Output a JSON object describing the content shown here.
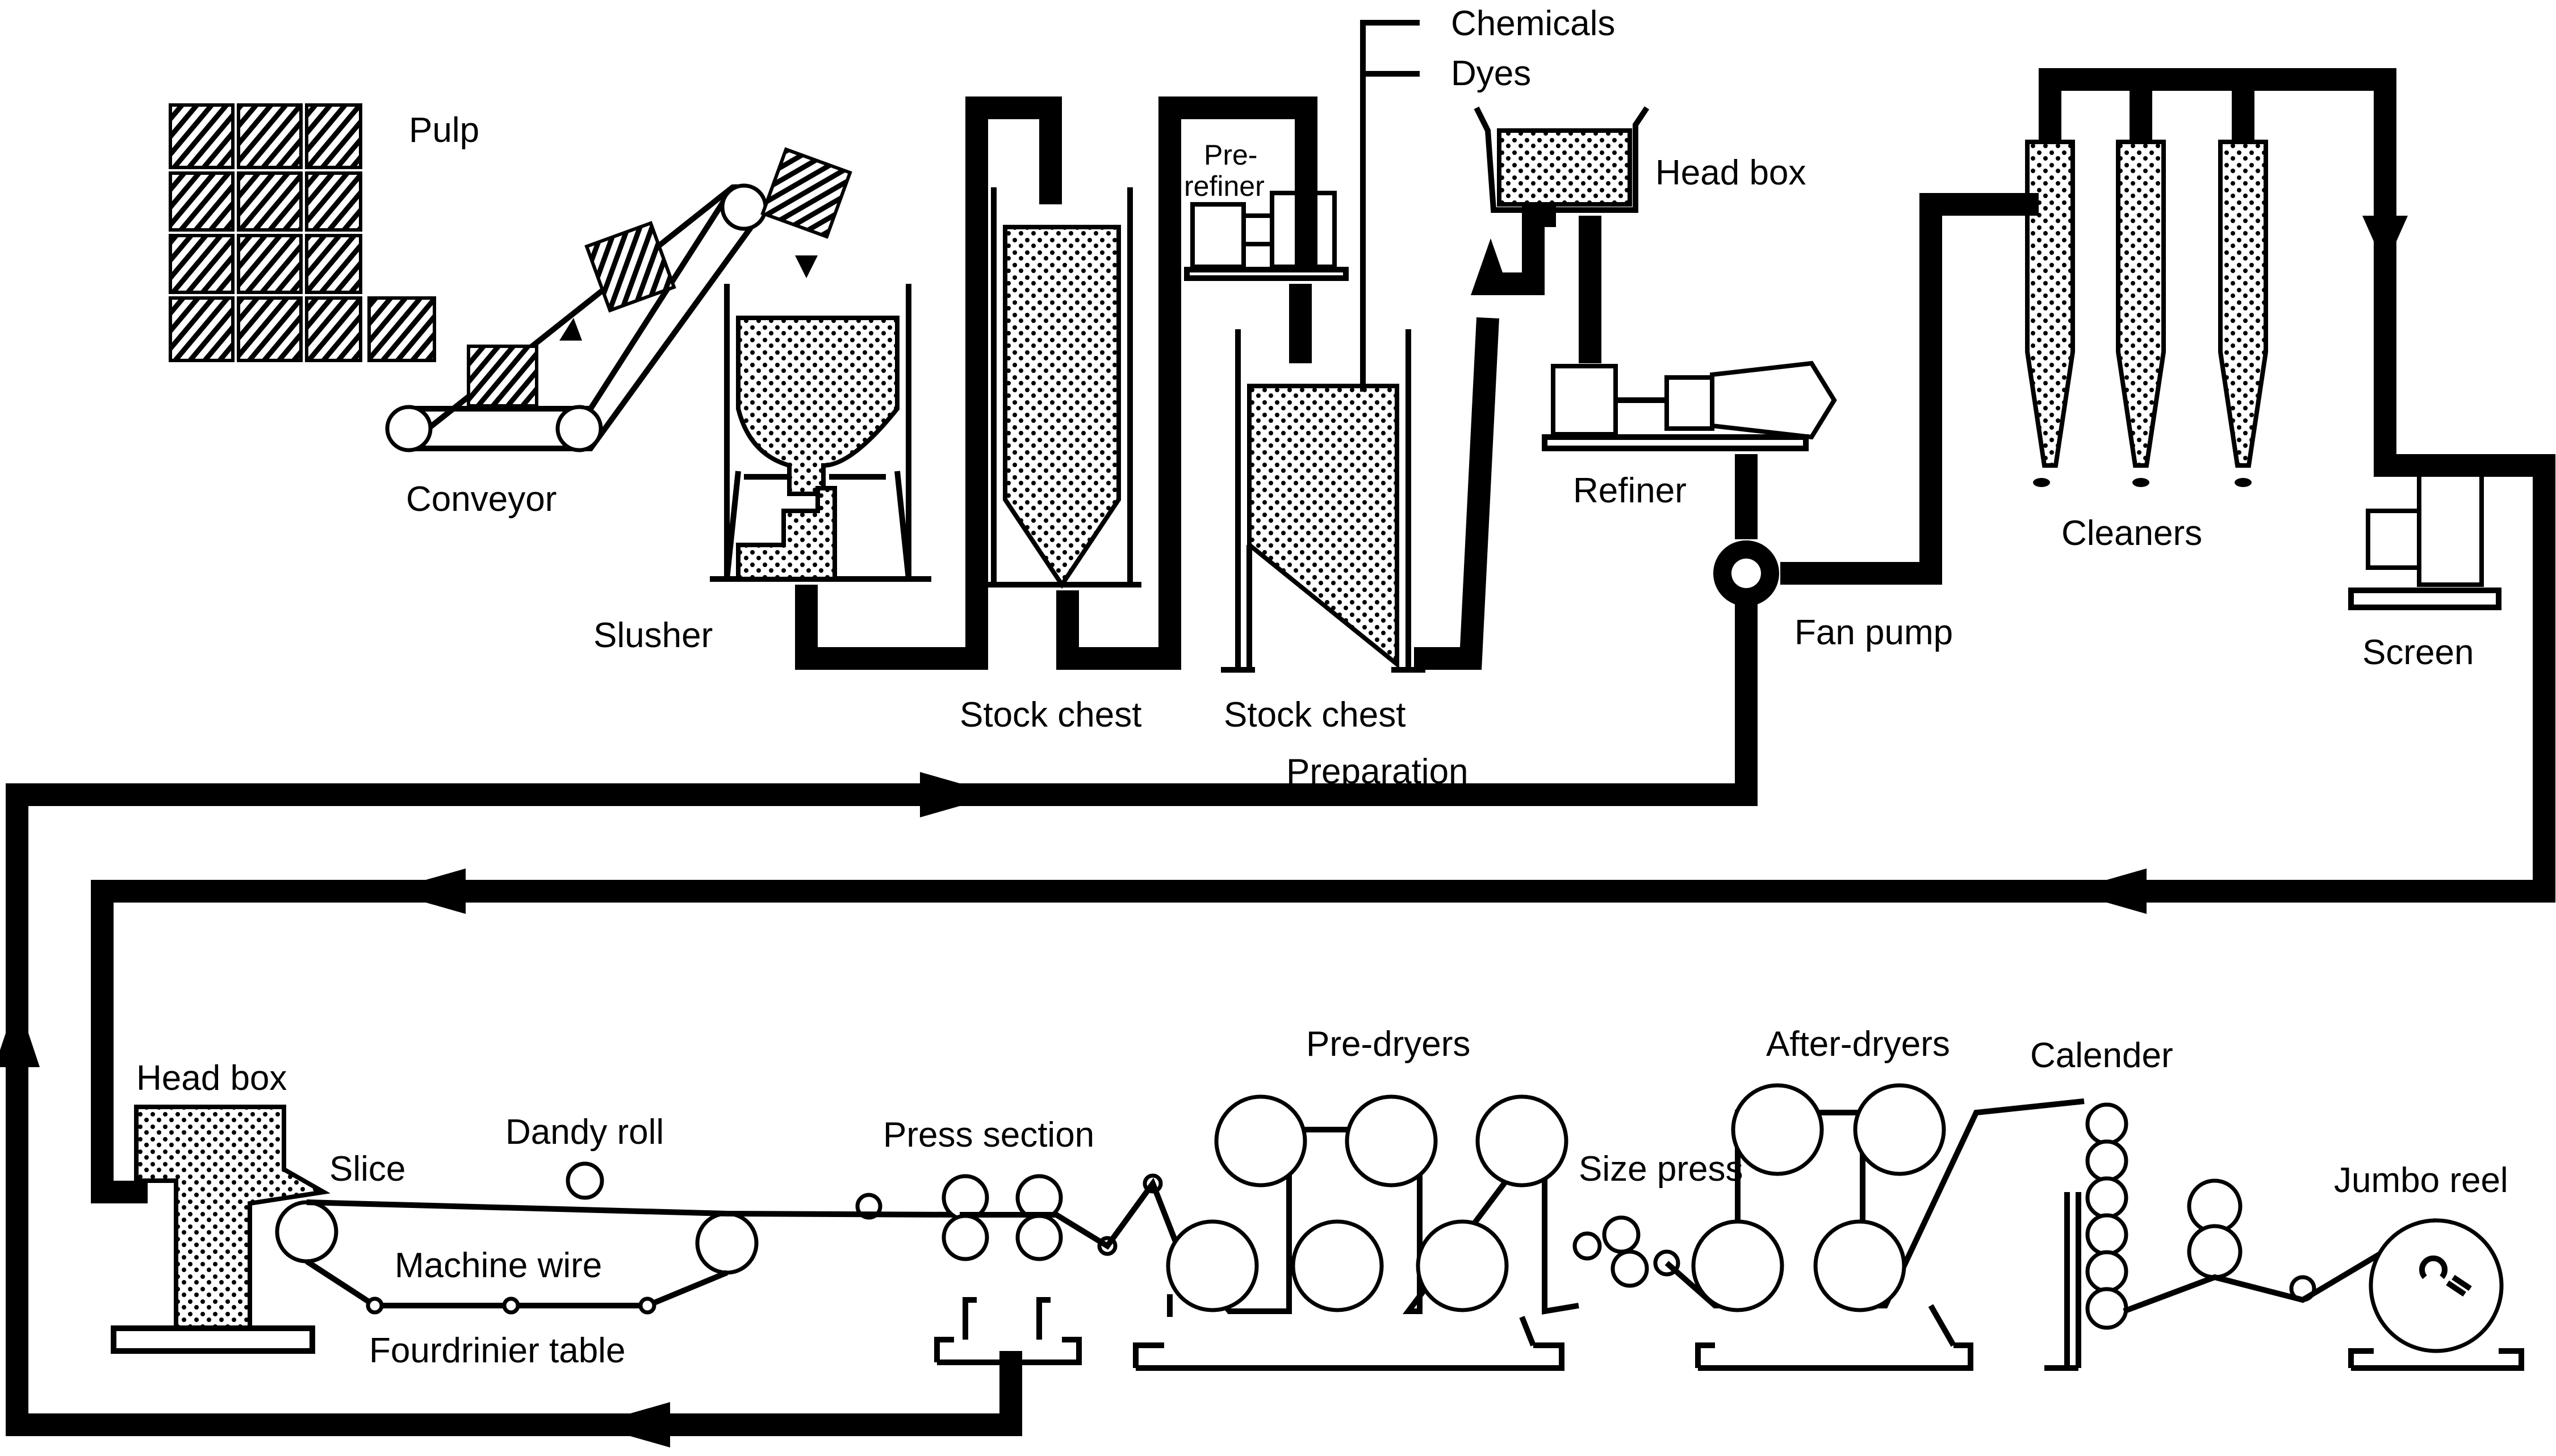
{
  "labels": {
    "pulp": "Pulp",
    "conveyor": "Conveyor",
    "slusher": "Slusher",
    "stock_chest_1": "Stock chest",
    "pre_refiner_line1": "Pre-",
    "pre_refiner_line2": "refiner",
    "stock_chest_2": "Stock chest",
    "preparation": "Preparation",
    "chemicals": "Chemicals",
    "dyes": "Dyes",
    "head_box_top": "Head box",
    "refiner": "Refiner",
    "fan_pump": "Fan pump",
    "cleaners": "Cleaners",
    "screen": "Screen",
    "head_box_bottom": "Head box",
    "slice": "Slice",
    "dandy_roll": "Dandy roll",
    "machine_wire": "Machine wire",
    "fourdrinier_table": "Fourdrinier table",
    "press_section": "Press section",
    "pre_dryers": "Pre-dryers",
    "size_press": "Size press",
    "after_dryers": "After-dryers",
    "calender": "Calender",
    "jumbo_reel": "Jumbo reel"
  },
  "colors": {
    "ink": "#000000",
    "paper": "#ffffff"
  }
}
